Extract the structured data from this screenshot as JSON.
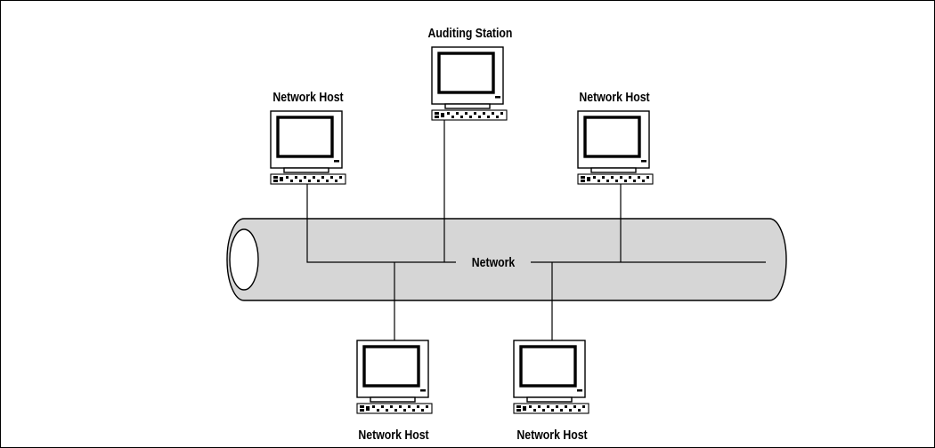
{
  "diagram": {
    "network_label": "Network",
    "nodes": [
      {
        "id": "host-top-left",
        "label": "Network Host",
        "icon": "computer-icon"
      },
      {
        "id": "auditing-station",
        "label": "Auditing Station",
        "icon": "computer-icon"
      },
      {
        "id": "host-top-right",
        "label": "Network Host",
        "icon": "computer-icon"
      },
      {
        "id": "host-bottom-left",
        "label": "Network Host",
        "icon": "computer-icon"
      },
      {
        "id": "host-bottom-right",
        "label": "Network Host",
        "icon": "computer-icon"
      }
    ],
    "colors": {
      "network_fill": "#d6d6d6",
      "line": "#000000",
      "background": "#ffffff"
    }
  }
}
